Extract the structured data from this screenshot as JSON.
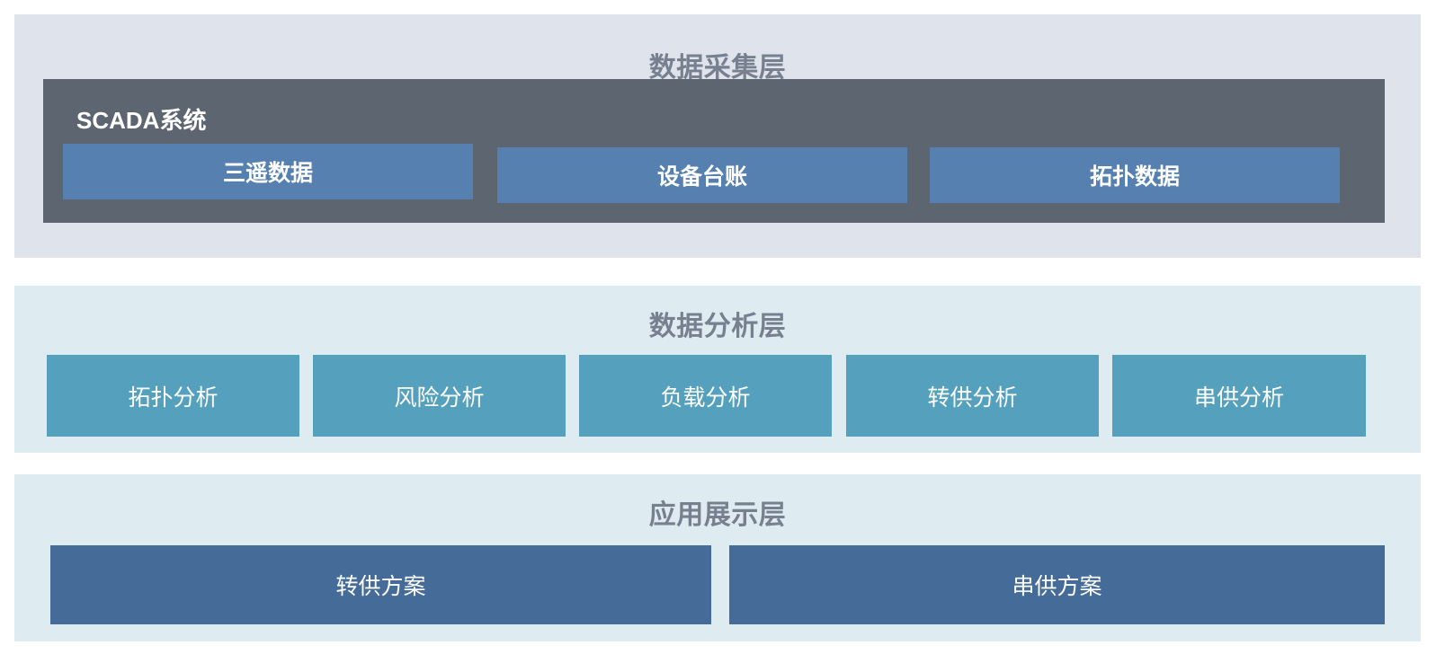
{
  "diagram": {
    "type": "layered-architecture",
    "background": "#ffffff",
    "layers": [
      {
        "id": "collection",
        "title": "数据采集层",
        "panel_color": "#dfe3ec",
        "title_color": "#77808f",
        "group": {
          "label": "SCADA系统",
          "color": "#5d6570",
          "label_color": "#ffffff"
        },
        "items": [
          {
            "label": "三遥数据",
            "color": "#5580b0"
          },
          {
            "label": "设备台账",
            "color": "#5580b0"
          },
          {
            "label": "拓扑数据",
            "color": "#5580b0"
          }
        ]
      },
      {
        "id": "analysis",
        "title": "数据分析层",
        "panel_color": "#deebf1",
        "title_color": "#77808f",
        "items": [
          {
            "label": "拓扑分析",
            "color": "#54a0bd"
          },
          {
            "label": "风险分析",
            "color": "#54a0bd"
          },
          {
            "label": "负载分析",
            "color": "#54a0bd"
          },
          {
            "label": "转供分析",
            "color": "#54a0bd"
          },
          {
            "label": "串供分析",
            "color": "#54a0bd"
          }
        ]
      },
      {
        "id": "application",
        "title": "应用展示层",
        "panel_color": "#deebf1",
        "title_color": "#77808f",
        "items": [
          {
            "label": "转供方案",
            "color": "#456c99"
          },
          {
            "label": "串供方案",
            "color": "#456c99"
          }
        ]
      }
    ]
  }
}
